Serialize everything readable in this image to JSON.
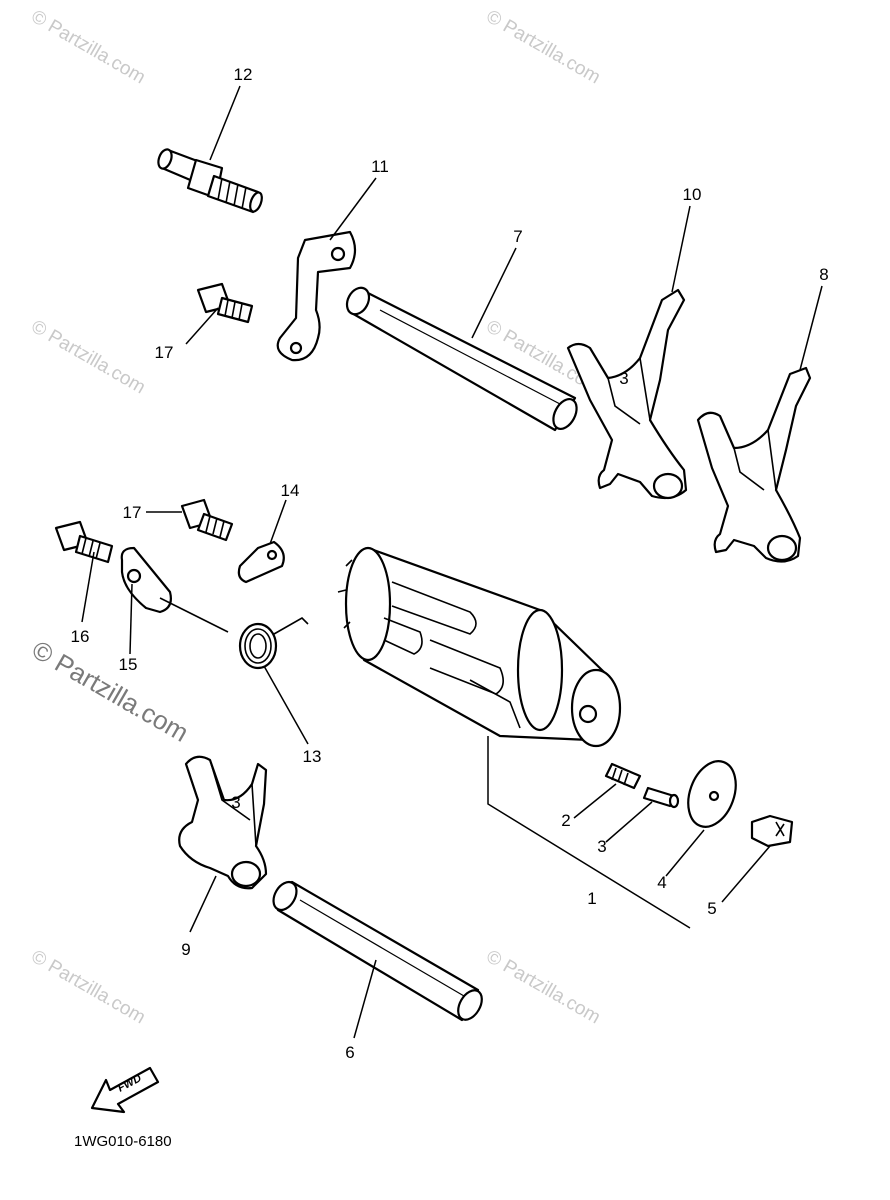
{
  "diagram": {
    "callouts": [
      "1",
      "2",
      "3",
      "4",
      "5",
      "6",
      "7",
      "8",
      "9",
      "10",
      "11",
      "12",
      "13",
      "14",
      "15",
      "16",
      "17",
      "17"
    ],
    "drawing_code": "1WG010-6180",
    "direction_arrow_label": "FWD",
    "watermark": "© Partzilla.com"
  }
}
